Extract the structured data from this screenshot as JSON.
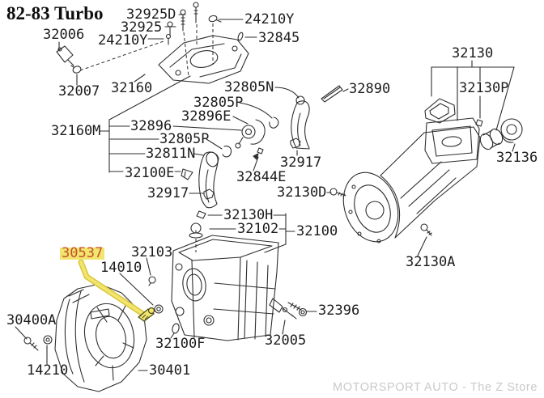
{
  "title": "82-83 Turbo",
  "watermark": "MOTORSPORT AUTO - The Z Store",
  "highlight": {
    "part_number": "30537",
    "highlight_color": "#f2e56e",
    "text_color": "#c3512a"
  },
  "labels": {
    "l32925d": "32925D",
    "l32925": "32925",
    "l24210y_a": "24210Y",
    "l32006": "32006",
    "l32007": "32007",
    "l24210y_b": "24210Y",
    "l32845": "32845",
    "l32160": "32160",
    "l32890": "32890",
    "l32805n": "32805N",
    "l32805p_a": "32805P",
    "l32896e": "32896E",
    "l32896": "32896",
    "l32160m": "32160M",
    "l32805p_b": "32805P",
    "l32811n": "32811N",
    "l32100e": "32100E",
    "l32917_a": "32917",
    "l32844e": "32844E",
    "l32917_b": "32917",
    "l32130d": "32130D",
    "l32130": "32130",
    "l32130p": "32130P",
    "l32136": "32136",
    "l32130a": "32130A",
    "l32130h": "32130H",
    "l32102": "32102",
    "l32100": "32100",
    "l30537": "30537",
    "l32103": "32103",
    "l14010": "14010",
    "l30400a": "30400A",
    "l14210": "14210",
    "l30401": "30401",
    "l32100f": "32100F",
    "l32005": "32005",
    "l32396": "32396"
  }
}
